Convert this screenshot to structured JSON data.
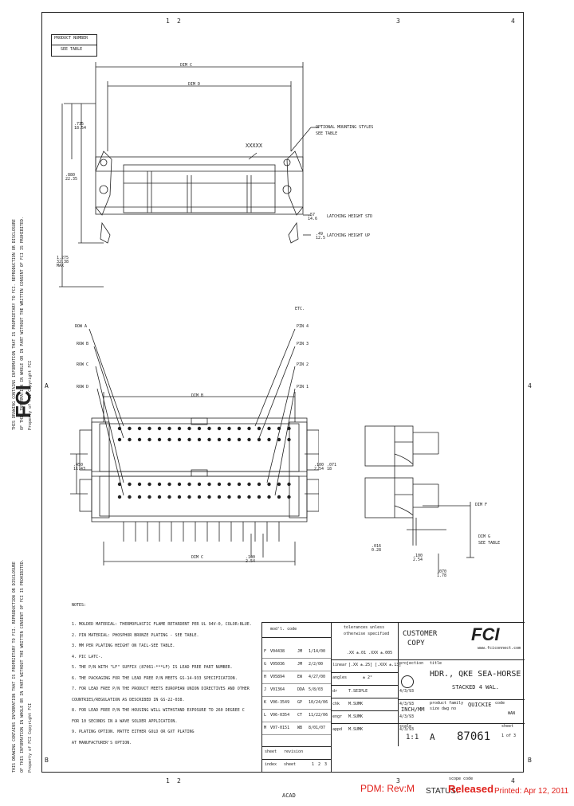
{
  "zones": {
    "top": [
      "1",
      "2",
      "3",
      "4"
    ],
    "side": [
      "A",
      "B"
    ]
  },
  "product_box": {
    "header": "PRODUCT NUMBER",
    "value": "SEE TABLE"
  },
  "top_view": {
    "dim_c": "DIM C",
    "dim_d": "DIM D",
    "marking": "XXXXX",
    "left_dim_1": ".735\n18.54",
    "left_dim_2": ".880\n22.35",
    "left_dim_3": "1.275\n32.38\nMAX",
    "opt_mount": "OPTIONAL MOUNTING STYLES",
    "see_table": "SEE TABLE",
    "latch_std_dim": ".57\n14.6",
    "latch_std": "LATCHING HEIGHT STD",
    "latch_up_dim": ".49\n12.5",
    "latch_up": "LATCHING HEIGHT UP"
  },
  "front_view": {
    "etc": "ETC.",
    "rows": [
      "ROW A",
      "ROW B",
      "ROW C",
      "ROW D"
    ],
    "pins": [
      "PIN 4",
      "PIN 3",
      "PIN 2",
      "PIN 1"
    ],
    "dim_b": "DIM B",
    "dim_c": "DIM C",
    "left_dim": ".450\n11.43",
    "right_dim_1": ".100\n2.54",
    "right_dim_2": ".071\n18",
    "bottom_dim": ".100\n2.54"
  },
  "side_view": {
    "dim_f": "DIM F",
    "dim_g": "DIM G",
    "see_table": "SEE TABLE",
    "dim_1": ".016\n0.28",
    "dim_2": ".100\n2.54",
    "dim_3": ".070\n1.78"
  },
  "notes": {
    "title": "NOTES:",
    "items": [
      "1. MOLDED MATERIAL: THERMOPLASTIC FLAME RETARDENT PER UL 94V-0, COLOR:BLUE.",
      "2. PIN MATERIAL: PHOSPHOR BRONZE PLATING - SEE TABLE.",
      "3. MM PER PLATING HEIGHT ON TAIL-SEE TABLE.",
      "4. PIC LATC-.",
      "5. THE P/N WITH \"LF\" SUFFIX (87061-***LF) IS LEAD FREE PART NUMBER.",
      "6. THE PACKAGING FOR THE LEAD FREE P/N MEETS GS-14-933 SPECIFICATION.",
      "7. FOR LEAD FREE P/N THE PRODUCT MEETS EUROPEAN UNION DIRECTIVES AND OTHER",
      "   COUNTRIES/REGULATION AS DESCRIBED IN GS-22-038.",
      "8. FOR LEAD FREE P/N THE HOUSING WILL WITHSTAND EXPOSURE TO 260 DEGREE C",
      "   FOR 10 SECONDS IN A WAVE SOLDER APPLICATION.",
      "9. PLATING OPTION. MATTE EITHER GOLD OR GXT PLATING",
      "   AT MANUFACTURER'S OPTION."
    ]
  },
  "revisions": {
    "header": "mod'l. code",
    "rows": [
      {
        "rev": "F",
        "eco": "V04438",
        "by": "JM",
        "date": "1/14/00"
      },
      {
        "rev": "G",
        "eco": "V05036",
        "by": "JM",
        "date": "2/2/00"
      },
      {
        "rev": "H",
        "eco": "V05894",
        "by": "EW",
        "date": "4/27/00"
      },
      {
        "rev": "J",
        "eco": "V01364",
        "by": "DDA",
        "date": "5/8/03"
      },
      {
        "rev": "K",
        "eco": "V06-3549",
        "by": "GP",
        "date": "10/24/06"
      },
      {
        "rev": "L",
        "eco": "V06-0354",
        "by": "CT",
        "date": "11/22/06"
      },
      {
        "rev": "M",
        "eco": "V07-0151",
        "by": "WB",
        "date": "8/01/07"
      }
    ]
  },
  "tolerances": {
    "header_1": "tolerances unless",
    "header_2": "otherwise specified",
    "dims": ".XX ±.01  .XXX ±.005",
    "linear_label": "linear",
    "linear_val": "[.XX ±.25] [.XXX ±.13]",
    "angles_label": "angles",
    "angles_val": "± 2°",
    "dr_label": "dr",
    "chk_label": "chk",
    "engr_label": "engr",
    "appd_label": "appd",
    "dr_name": "T.SEIPLE",
    "chk_name": "M.SUMK",
    "engr_name": "M.SUMK",
    "appd_name": "M.SUMK",
    "dr_date": "4/3/93",
    "chk_date": "4/3/93",
    "engr_date": "4/3/93",
    "appd_date": "4/3/93"
  },
  "title_block": {
    "customer_copy_1": "CUSTOMER",
    "customer_copy_2": "COPY",
    "logo": "FCI",
    "website": "www.fciconnect.com",
    "projection": "projection",
    "title_label": "title",
    "title_1": "HDR., QKE SEA-HORSE",
    "title_2": "STACKED 4 WAL.",
    "units": "INCH/MM",
    "product_family_label": "product family",
    "size_dwg_label": "size dwg no",
    "product_family": "QUICKIE",
    "code_label": "code",
    "code": "WAN",
    "scale_label": "scale",
    "scale": "1:1",
    "size": "A",
    "dwg_no": "87061",
    "sheet_label": "sheet",
    "sheet": "1 of 3",
    "sheet_revision_label": "sheet",
    "revision_label": "revision",
    "index_label": "index",
    "sheet_row_label": "sheet",
    "revision_sheets": [
      "1",
      "2",
      "3"
    ]
  },
  "side_text": {
    "line1": "THIS DRAWING CONTAINS INFORMATION THAT IS PROPRIETARY TO FCI. REPRODUCTION OR DISCLOSURE",
    "line2": "OF THIS INFORMATION IN WHOLE OR IN PART WITHOUT THE WRITTEN CONSENT OF FCI IS PROHIBITED.",
    "line3": "Property of FCI  Copyright FCI",
    "logo": "FCI"
  },
  "footer": {
    "scope_code": "scope code",
    "acad": "ACAD",
    "pdm": "PDM: Rev:M",
    "status": "STATUS:",
    "released": "Released",
    "printed": "Printed: Apr 12, 2011"
  },
  "colors": {
    "line": "#222222",
    "stamp": "#e0201b"
  }
}
